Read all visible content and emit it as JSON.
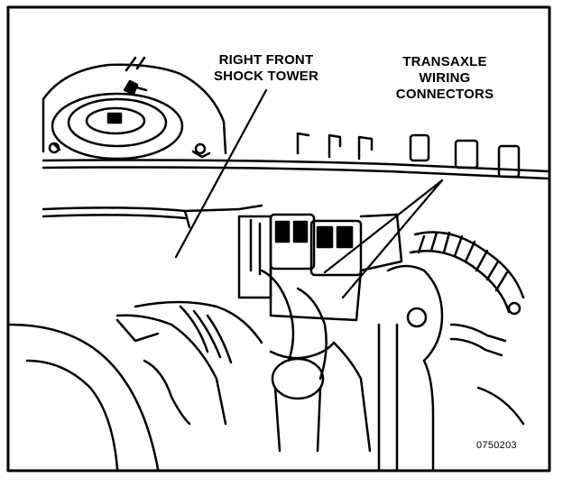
{
  "labels": {
    "shock_tower_line1": "RIGHT FRONT",
    "shock_tower_line2": "SHOCK TOWER",
    "transaxle_line1": "TRANSAXLE",
    "transaxle_line2": "WIRING",
    "transaxle_line3": "CONNECTORS"
  },
  "figure_code": "0750203",
  "colors": {
    "ink": "#000000",
    "paper": "#ffffff"
  }
}
